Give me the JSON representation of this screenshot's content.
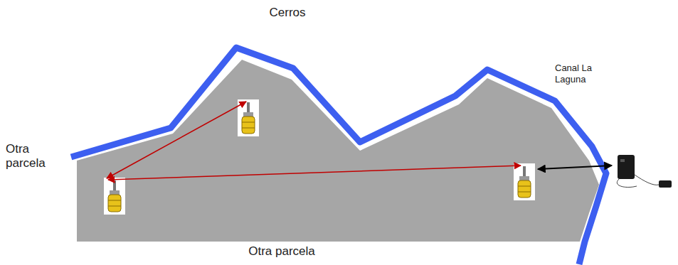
{
  "diagram": {
    "labels": [
      "Cerros",
      "Canal La Laguna",
      "Otra parcela",
      "Otra parcela"
    ]
  }
}
